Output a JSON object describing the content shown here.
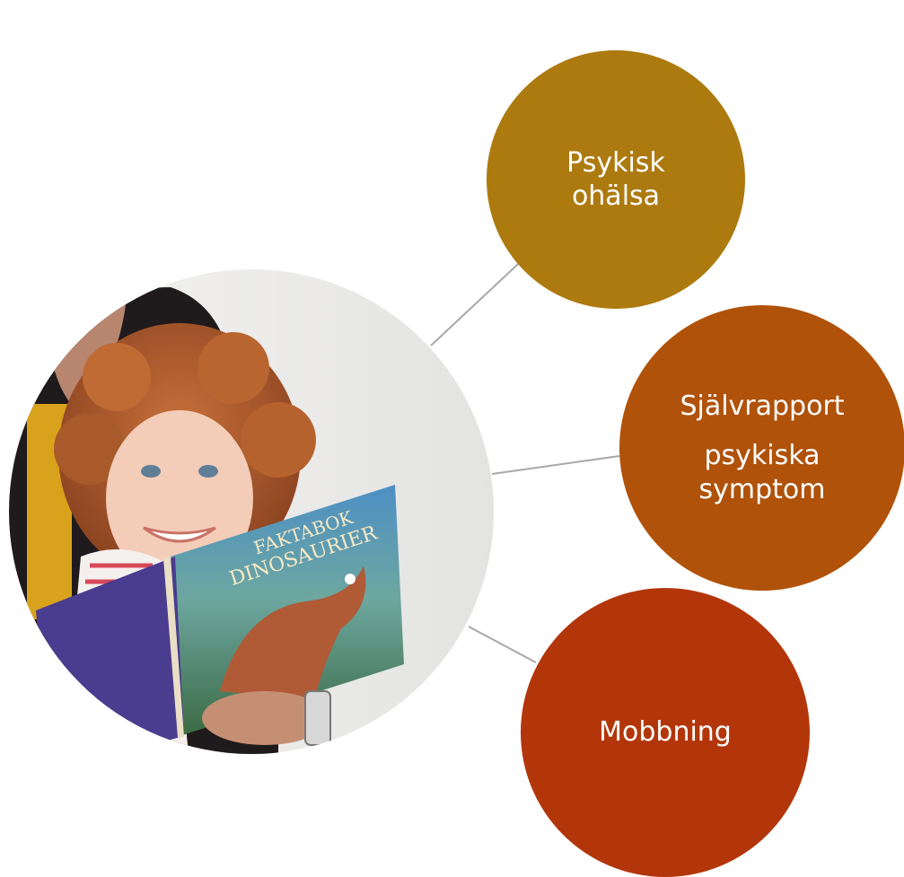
{
  "colors": {
    "connector": "#a8a8a8",
    "node_1": "#ad7a10",
    "node_2": "#b0520a",
    "node_3": "#b3360a"
  },
  "center": {
    "image": "photo of child reading a dinosaur book with an adult",
    "book_text": [
      "FAKTABOK",
      "DINOSAURIER"
    ]
  },
  "nodes": [
    {
      "line1": "Psykisk",
      "line2": "ohälsa"
    },
    {
      "line1": "Självrapport",
      "line2": "psykiska",
      "line3": "symptom"
    },
    {
      "line1": "Mobbning"
    }
  ]
}
